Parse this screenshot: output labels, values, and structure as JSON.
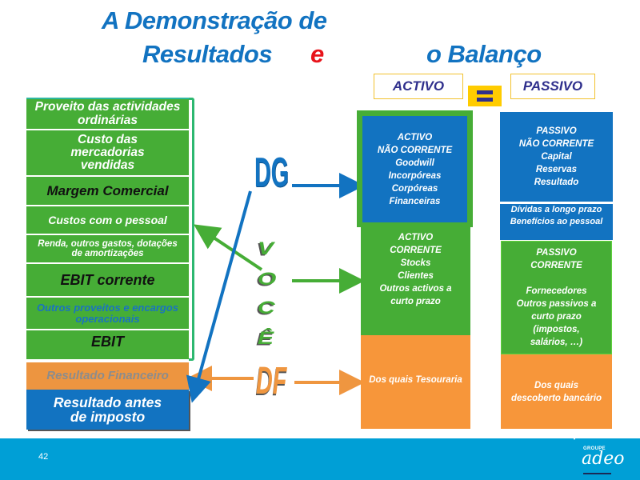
{
  "title": {
    "line1": "A Demonstração de",
    "line2_part1": "Resultados",
    "line2_conj": "e",
    "line2_part2": "o  Balanço"
  },
  "balance_header": {
    "activo": "ACTIVO",
    "equals": "=",
    "passivo": "PASSIVO"
  },
  "income_statement": [
    {
      "label": "Proveito das actividades ordinárias",
      "style": "white"
    },
    {
      "label": "Custo das mercadorias vendidas",
      "style": "white"
    },
    {
      "label": "Margem Comercial",
      "style": "black"
    },
    {
      "label": "Custos com o pessoal",
      "style": "white"
    },
    {
      "label": "Renda, outros gastos, dotações de amortizações",
      "style": "white"
    },
    {
      "label": "EBIT corrente",
      "style": "black"
    },
    {
      "label": "Outros proveitos e encargos operacionais",
      "style": "blue"
    },
    {
      "label": "EBIT",
      "style": "black"
    },
    {
      "label": "Resultado Financeiro",
      "style": "orange"
    },
    {
      "label": "Resultado antes de imposto",
      "style": "blue-box"
    }
  ],
  "connectors": {
    "dg": "DG",
    "voce": [
      "V",
      "O",
      "C",
      "Ê"
    ],
    "df": "DF"
  },
  "activo": {
    "nao_corrente": [
      "ACTIVO",
      "NÃO CORRENTE",
      "Goodwill",
      "Incorpóreas",
      "Corpóreas",
      "Financeiras"
    ],
    "corrente": [
      "ACTIVO",
      "CORRENTE",
      "Stocks",
      "Clientes",
      "Outros activos a",
      "curto prazo"
    ],
    "tesouraria": "Dos quais Tesouraria"
  },
  "passivo": {
    "nao_corrente": [
      "PASSIVO",
      "NÃO CORRENTE",
      "Capital",
      "Reservas",
      "Resultado"
    ],
    "longo_prazo": [
      "Dívidas a longo prazo",
      "Benefícios ao pessoal"
    ],
    "corrente": [
      "PASSIVO",
      "CORRENTE",
      "",
      "Fornecedores",
      "Outros passivos a",
      "curto prazo",
      "(impostos,",
      "salários, …)"
    ],
    "descoberto": [
      "Dos quais",
      "descoberto bancário"
    ]
  },
  "colors": {
    "green": "#46ad36",
    "blue": "#1273c1",
    "orange": "#f7963a",
    "yellow": "#ffcc00",
    "footer": "#009fd6",
    "title_red": "#e8141b"
  },
  "footer": {
    "page_number": "42",
    "logo_top": "GROUPE",
    "logo_main": "adeo"
  }
}
